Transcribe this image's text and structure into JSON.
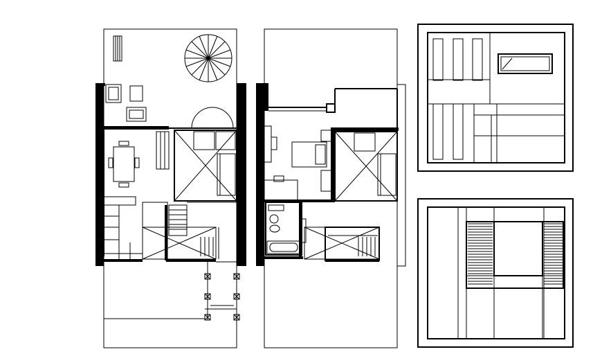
{
  "drawing": {
    "background": "#ffffff",
    "line_color": "#000000",
    "panels": [
      {
        "id": "ground-floor-plan"
      },
      {
        "id": "upper-floor-plan"
      },
      {
        "id": "roof-plan"
      },
      {
        "id": "roof-elevation"
      }
    ]
  }
}
